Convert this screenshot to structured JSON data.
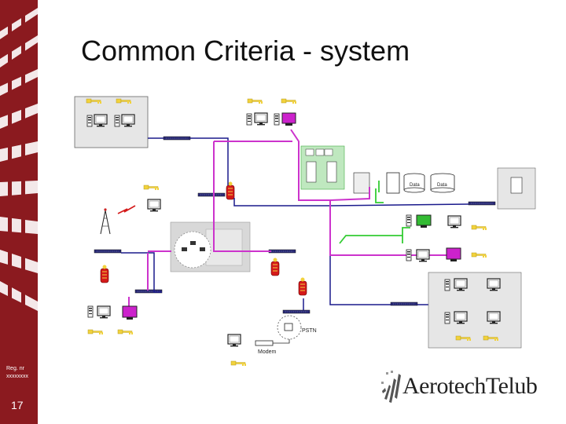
{
  "slide": {
    "title": "Common Criteria - system",
    "number": "17",
    "reg_label": "Reg. nr",
    "reg_value": "xxxxxxxx"
  },
  "diagram": {
    "labels": {
      "data1": "Data",
      "data2": "Data",
      "pstn": "PSTN",
      "modem": "Modem"
    }
  },
  "logo": {
    "text": "AerotechTelub"
  },
  "colors": {
    "accent": "#8b1a1f",
    "magenta_link": "#cc33cc",
    "green_link": "#33cc33",
    "blue_link": "#1a1a8c",
    "firewall_red": "#cc1111"
  }
}
